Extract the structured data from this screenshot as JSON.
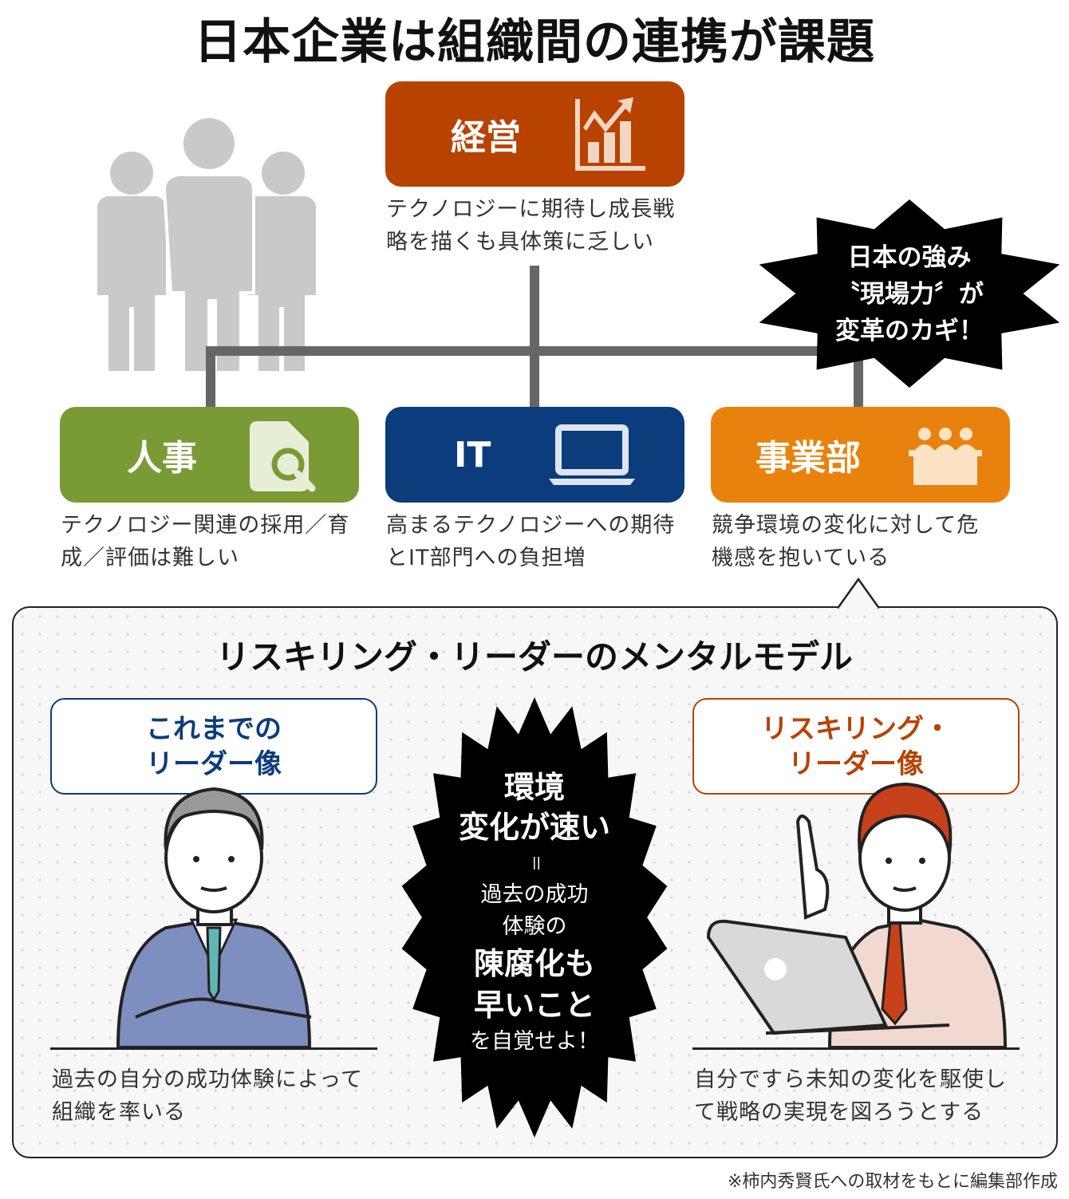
{
  "title": "日本企業は組織間の連携が課題",
  "top": {
    "label": "経営",
    "icon": "chart-growth-icon",
    "desc": [
      "テクノロジーに期待し成長戦",
      "略を描くも具体策に乏しい"
    ],
    "color": "#b84200"
  },
  "callout": {
    "lines": [
      "日本の強み",
      "〝現場力〞が",
      "変革のカギ！"
    ]
  },
  "departments": [
    {
      "label": "人事",
      "icon": "document-search-icon",
      "color": "#7a9a35",
      "desc": [
        "テクノロジー関連の採用／育",
        "成／評価は難しい"
      ]
    },
    {
      "label": "IT",
      "icon": "laptop-icon",
      "color": "#0b3c7c",
      "desc": [
        "高まるテクノロジーへの期待",
        "とIT部門への負担増"
      ]
    },
    {
      "label": "事業部",
      "icon": "team-icon",
      "color": "#e8820c",
      "desc": [
        "競争環境の変化に対して危",
        "機感を抱いている"
      ]
    }
  ],
  "panel": {
    "title": "リスキリング・リーダーのメンタルモデル",
    "left": {
      "lines": [
        "これまでの",
        "リーダー像"
      ],
      "color": "#0b3c7c",
      "caption": [
        "過去の自分の成功体験によって",
        "組織を率いる"
      ]
    },
    "right": {
      "lines": [
        "リスキリング・",
        "リーダー像"
      ],
      "color": "#b84200",
      "caption": [
        "自分ですら未知の変化を駆使し",
        "て戦略の実現を図ろうとする"
      ]
    },
    "center": {
      "big1": [
        "環境",
        "変化が速い"
      ],
      "eq": "＝",
      "small": [
        "過去の成功",
        "体験の"
      ],
      "big2": [
        "陳腐化も",
        "早いこと"
      ],
      "tail": "を自覚せよ！"
    }
  },
  "footnote": "※柿内秀賢氏への取材をもとに編集部作成"
}
